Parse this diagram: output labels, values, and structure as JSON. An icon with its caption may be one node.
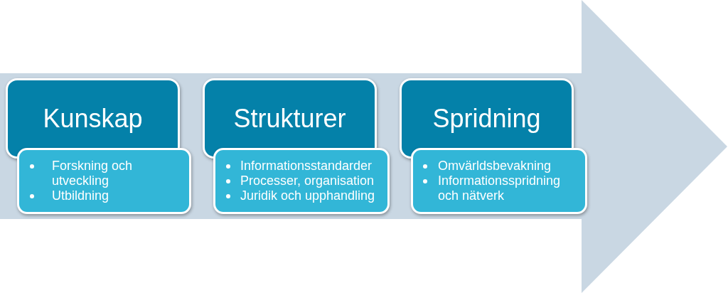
{
  "diagram": {
    "nodes": [
      {
        "text": [],
        "shape": "arrow"
      },
      {
        "text": [
          "Kunskap"
        ],
        "in": 0
      },
      {
        "text": [
          "Forskning och utveckling",
          "Utbildning"
        ],
        "in": 0
      },
      {
        "text": [
          "Strukturer"
        ],
        "in": 0
      },
      {
        "text": [
          "Informationsstandarder",
          "Processer, organisation",
          "Juridik och upphandling"
        ],
        "in": 0
      },
      {
        "text": [
          "Spridning"
        ],
        "in": 0
      },
      {
        "text": [
          "Omvärldsbevakning",
          "Informationsspridning och nätverk"
        ],
        "in": 0
      }
    ]
  }
}
